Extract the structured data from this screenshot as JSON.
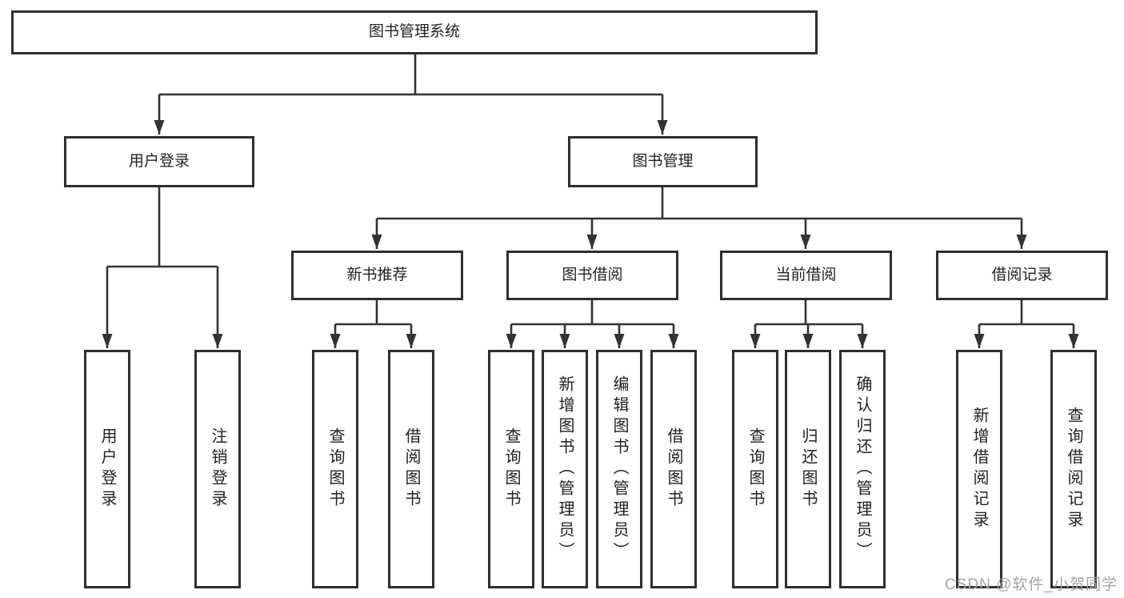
{
  "diagram": {
    "root": {
      "label": "图书管理系统"
    },
    "level2": [
      {
        "label": "用户登录"
      },
      {
        "label": "图书管理"
      }
    ],
    "level3": [
      {
        "label": "新书推荐",
        "parent": "图书管理"
      },
      {
        "label": "图书借阅",
        "parent": "图书管理"
      },
      {
        "label": "当前借阅",
        "parent": "图书管理"
      },
      {
        "label": "借阅记录",
        "parent": "图书管理"
      }
    ],
    "leaves": [
      {
        "label": "用户登录",
        "parent": "用户登录"
      },
      {
        "label": "注销登录",
        "parent": "用户登录"
      },
      {
        "label": "查询图书",
        "parent": "新书推荐"
      },
      {
        "label": "借阅图书",
        "parent": "新书推荐"
      },
      {
        "label": "查询图书",
        "parent": "图书借阅"
      },
      {
        "label": "新增图书（管理员）",
        "parent": "图书借阅"
      },
      {
        "label": "编辑图书（管理员）",
        "parent": "图书借阅"
      },
      {
        "label": "借阅图书",
        "parent": "图书借阅"
      },
      {
        "label": "查询图书",
        "parent": "当前借阅"
      },
      {
        "label": "归还图书",
        "parent": "当前借阅"
      },
      {
        "label": "确认归还（管理员）",
        "parent": "当前借阅"
      },
      {
        "label": "新增借阅记录",
        "parent": "借阅记录"
      },
      {
        "label": "查询借阅记录",
        "parent": "借阅记录"
      }
    ]
  },
  "watermark": {
    "text": "CSDN @软件_小贺同学"
  },
  "colors": {
    "line": "#333333",
    "box_border": "#2e2e2e",
    "text": "#222222",
    "background": "#ffffff",
    "watermark": "#a6a6a6"
  }
}
